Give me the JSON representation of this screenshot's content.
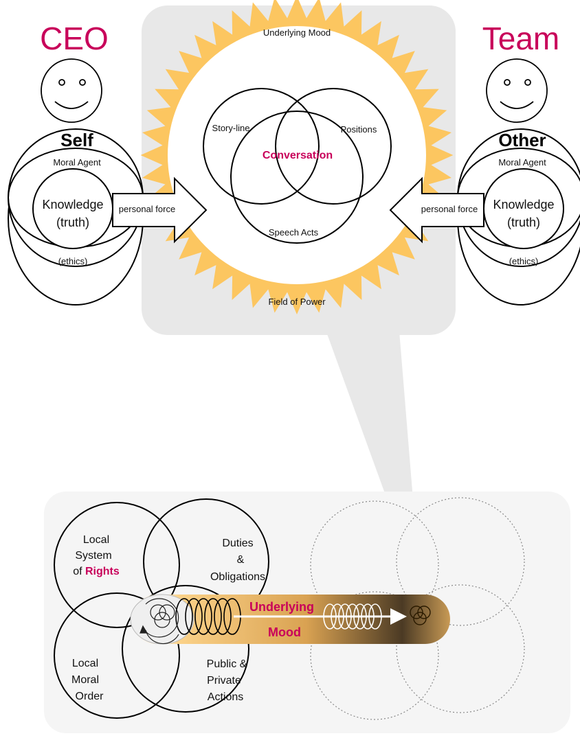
{
  "left_actor": {
    "title": "CEO",
    "heading": "Self",
    "role": "Moral Agent",
    "core_line1": "Knowledge",
    "core_line2": "(truth)",
    "ethics": "(ethics)",
    "force": "personal force"
  },
  "right_actor": {
    "title": "Team",
    "heading": "Other",
    "role": "Moral Agent",
    "core_line1": "Knowledge",
    "core_line2": "(truth)",
    "ethics": "(ethics)",
    "force": "personal force"
  },
  "center": {
    "top_label": "Underlying Mood",
    "bottom_label": "Field of Power",
    "storyline": "Story-line",
    "positions": "Positions",
    "speech_acts": "Speech Acts",
    "conversation": "Conversation"
  },
  "bottom": {
    "rights_line1": "Local",
    "rights_line2": "System",
    "rights_line3_prefix": "of ",
    "rights_line3_accent": "Rights",
    "duties_line1": "Duties",
    "duties_line2": "&",
    "duties_line3": "Obligations",
    "moral_line1": "Local",
    "moral_line2": "Moral",
    "moral_line3": "Order",
    "actions_line1": "Public &",
    "actions_line2": "Private",
    "actions_line3": "Actions",
    "mood_line1": "Underlying",
    "mood_line2": "Mood"
  },
  "colors": {
    "accent": "#c8005a",
    "starburst": "#fcc660",
    "panel": "#e8e8e8",
    "bottom_panel": "#f5f5f5"
  }
}
